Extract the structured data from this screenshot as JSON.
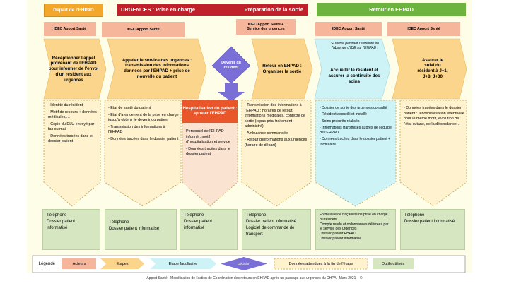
{
  "headers": {
    "depart": "Départ de l'EHPAD",
    "urgences": "URGENCES : Prise en charge",
    "preparation": "Préparation de la sortie",
    "retour": "Retour en EHPAD"
  },
  "actors": [
    "IDEC Apport Santé",
    "IDEC Apport Santé",
    "IDEC Apport Santé +\nService des urgences",
    "IDEC Apport Santé",
    "IDEC Apport Santé"
  ],
  "steps": {
    "s1": "Réceptionner l'appel provenant de l'EHPAD pour informer de l'envoi d'un résident aux urgences",
    "s2": "Appeler le service des urgences : transmission des informations données par l'EHPAD + prise de nouvelle du patient",
    "decision": "Devenir du résident",
    "s3": "Retour en EHPAD : Organiser la sortie",
    "s4_note": "Si retour pendant l'astreinte en l'absence d'IDE sur l'EHPAD :",
    "s4": "Accueillir le résident et assurer la continuité des soins",
    "s5": "Assurer le suivi du résident à J+1, J+8, J+30",
    "hosp": "Hospitalisation du patient : appeler l'EHPAD"
  },
  "data_boxes": {
    "d1": [
      "- Identité du résident",
      "- Motif de recours + données médicales,…",
      "- Copie du DLU envoyé par fax ou mail",
      "- Données tracées dans le dossier patient"
    ],
    "d2": [
      "- Etat de santé du patient",
      "- Etat d'avancement de la prise en charge jusqu'à obtenir le devenir du patient",
      "- Transmission des informations à l'EHPAD",
      "- Données tracées dans le dossier patient"
    ],
    "hosp": [
      "Personnel de l'EHPAD informé : motif d'hospitalisation et service",
      "- Données tracées dans le dossier patient"
    ],
    "d3": [
      "- Transmission des informations à l'EHPAD : horaires de retour, informations médicales, contexte de sortie (repas pris/ traitement administré)",
      "- Ambulance commandée",
      "- Retour d'informations aux urgences (horaire de départ)"
    ],
    "d4": [
      "- Dossier de sortie des urgences consulté",
      "- Résident accueilli et installé",
      "- Soins prescrits réalisés",
      "- Informations transmises auprès de l'équipe de l'EHPAD",
      "- Données tracées dans le dossier patient + formulaire"
    ],
    "d5": [
      "- Données tracées dans le dossier patient : réhospitalisation éventuelle pour le même motif, évolution de l'état cutané, de la dépendance…"
    ]
  },
  "tools": {
    "t1": [
      "Téléphone",
      "Dossier patient informatisé"
    ],
    "t2": [
      "Téléphone",
      "Dossier patient informatisé"
    ],
    "t3": [
      "Téléphone",
      "Dossier patient informatisé"
    ],
    "t4": [
      "Téléphone",
      "Dossier patient informatisé",
      "Logiciel de commande de transport"
    ],
    "t5": [
      "Formulaire de traçabilité de prise en charge du résident",
      "Compte rendu et ordonnances délivrées par le service des urgences",
      "Dossier patient EHPAD",
      "Dossier patient informatisé"
    ],
    "t6": [
      "Téléphone",
      "Dossier patient informatisé"
    ]
  },
  "legend": {
    "title": "Légende :",
    "acteurs": "Acteurs",
    "etapes": "Etapes",
    "facultative": "Etape facultative",
    "decision": "Décision",
    "donnees": "Données attendues à la fin de l'étape",
    "outils": "Outils utilisés"
  },
  "footer": "Apport Santé - Modélisation de l'action de Coordination des retours en EHPAD après un passage aux urgences du CHPA - Mars 2021 – ©",
  "colors": {
    "orange_header": "#f2a62a",
    "red_header": "#c0202a",
    "green_header": "#6db33f",
    "step_fill": "#fcd58c",
    "optional_fill": "#cdf3f7",
    "decision_fill": "#7a6fd6",
    "hosp_header": "#e8562a",
    "actor_fill": "#f6b69b",
    "tools_fill": "#d5e6c0"
  }
}
